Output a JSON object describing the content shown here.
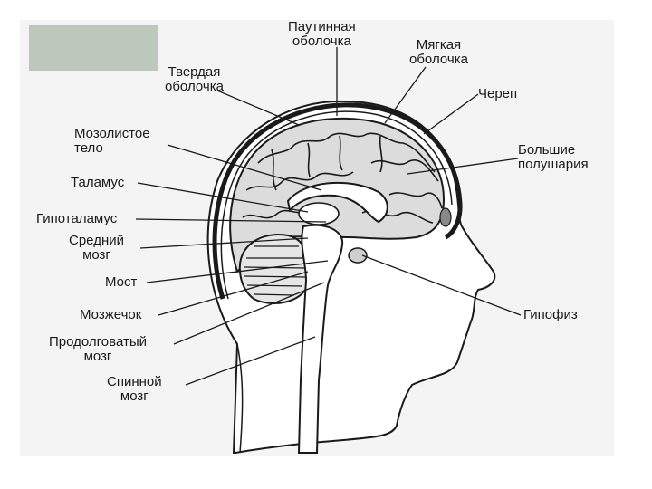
{
  "labels": {
    "arachnoid": "Паутинная\nоболочка",
    "pia": "Мягкая\nоболочка",
    "dura": "Твердая\nоболочка",
    "skull": "Череп",
    "corpus_callosum": "Мозолистое\nтело",
    "hemispheres": "Большие\nполушария",
    "thalamus": "Таламус",
    "hypothalamus": "Гипоталамус",
    "midbrain": "Средний\nмозг",
    "pons": "Мост",
    "cerebellum": "Мозжечок",
    "pituitary": "Гипофиз",
    "medulla": "Продолговатый\nмозг",
    "spinal_cord": "Спинной\nмозг"
  },
  "colors": {
    "panel": "#f4f4f4",
    "corner_box": "#bcc8bc",
    "line": "#1a1a1a"
  }
}
